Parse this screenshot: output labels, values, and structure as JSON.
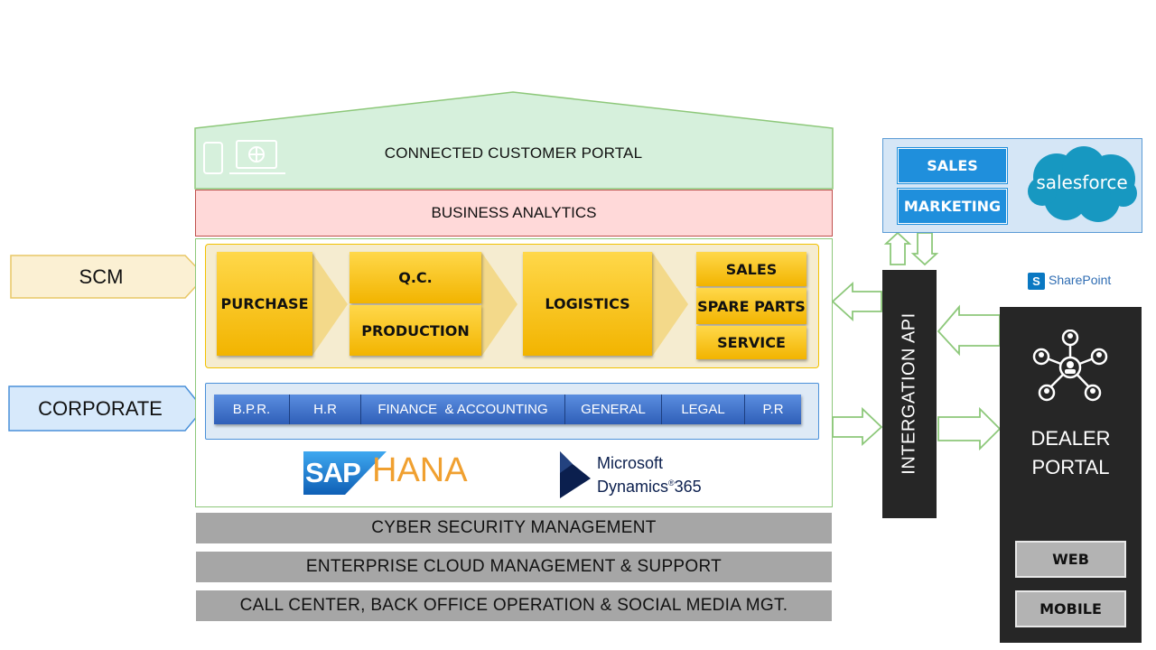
{
  "portal": {
    "title": "CONNECTED CUSTOMER PORTAL"
  },
  "analytics": {
    "label": "BUSINESS ANALYTICS"
  },
  "scm": {
    "tag": "SCM",
    "purchase": "PURCHASE",
    "qc": "Q.C.",
    "production": "PRODUCTION",
    "logistics": "LOGISTICS",
    "sales": "SALES",
    "spare_parts": "SPARE PARTS",
    "service": "SERVICE"
  },
  "corporate": {
    "tag": "CORPORATE",
    "items": [
      "B.P.R.",
      "H.R",
      "FINANCE  & ACCOUNTING",
      "GENERAL",
      "LEGAL",
      "P.R"
    ]
  },
  "logos": {
    "sap": "SAP",
    "hana": "HANA",
    "ms_line1": "Microsoft",
    "ms_line2": "Dynamics",
    "ms_365": "365",
    "salesforce": "salesforce",
    "sharepoint": "SharePoint"
  },
  "bars": [
    "CYBER  SECURITY  MANAGEMENT",
    "ENTERPRISE  CLOUD  MANAGEMENT  &  SUPPORT",
    "CALL CENTER,  BACK OFFICE OPERATION  &  SOCIAL MEDIA MGT."
  ],
  "salesforce_box": {
    "sales": "SALES",
    "marketing": "MARKETING"
  },
  "api": {
    "label": "INTERGATION API"
  },
  "dealer": {
    "line1": "DEALER",
    "line2": "PORTAL",
    "web": "WEB",
    "mobile": "MOBILE"
  },
  "colors": {
    "portal_fill": "#d6f0dc",
    "analytics_fill": "#ffd9d9",
    "gold": "#f2b400",
    "corporate_blue": "#2f5fb8",
    "salesforce_blue": "#1f8fdc",
    "dark_panel": "#262626",
    "gray_bar": "#a6a6a6"
  }
}
